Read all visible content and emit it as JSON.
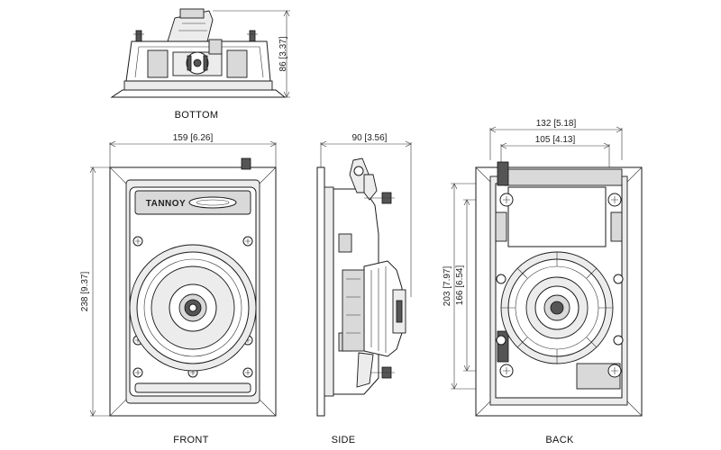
{
  "views": {
    "bottom": {
      "label": "BOTTOM",
      "height_dim": "86 [3.37]"
    },
    "front": {
      "label": "FRONT",
      "width_dim": "159 [6.26]",
      "height_dim": "238 [9.37]",
      "brand": "TANNOY"
    },
    "side": {
      "label": "SIDE",
      "depth_dim": "90 [3.56]"
    },
    "back": {
      "label": "BACK",
      "width_outer_dim": "132 [5.18]",
      "width_inner_dim": "105 [4.13]",
      "height_outer_dim": "203 [7.97]",
      "height_inner_dim": "166 [6.54]"
    }
  }
}
